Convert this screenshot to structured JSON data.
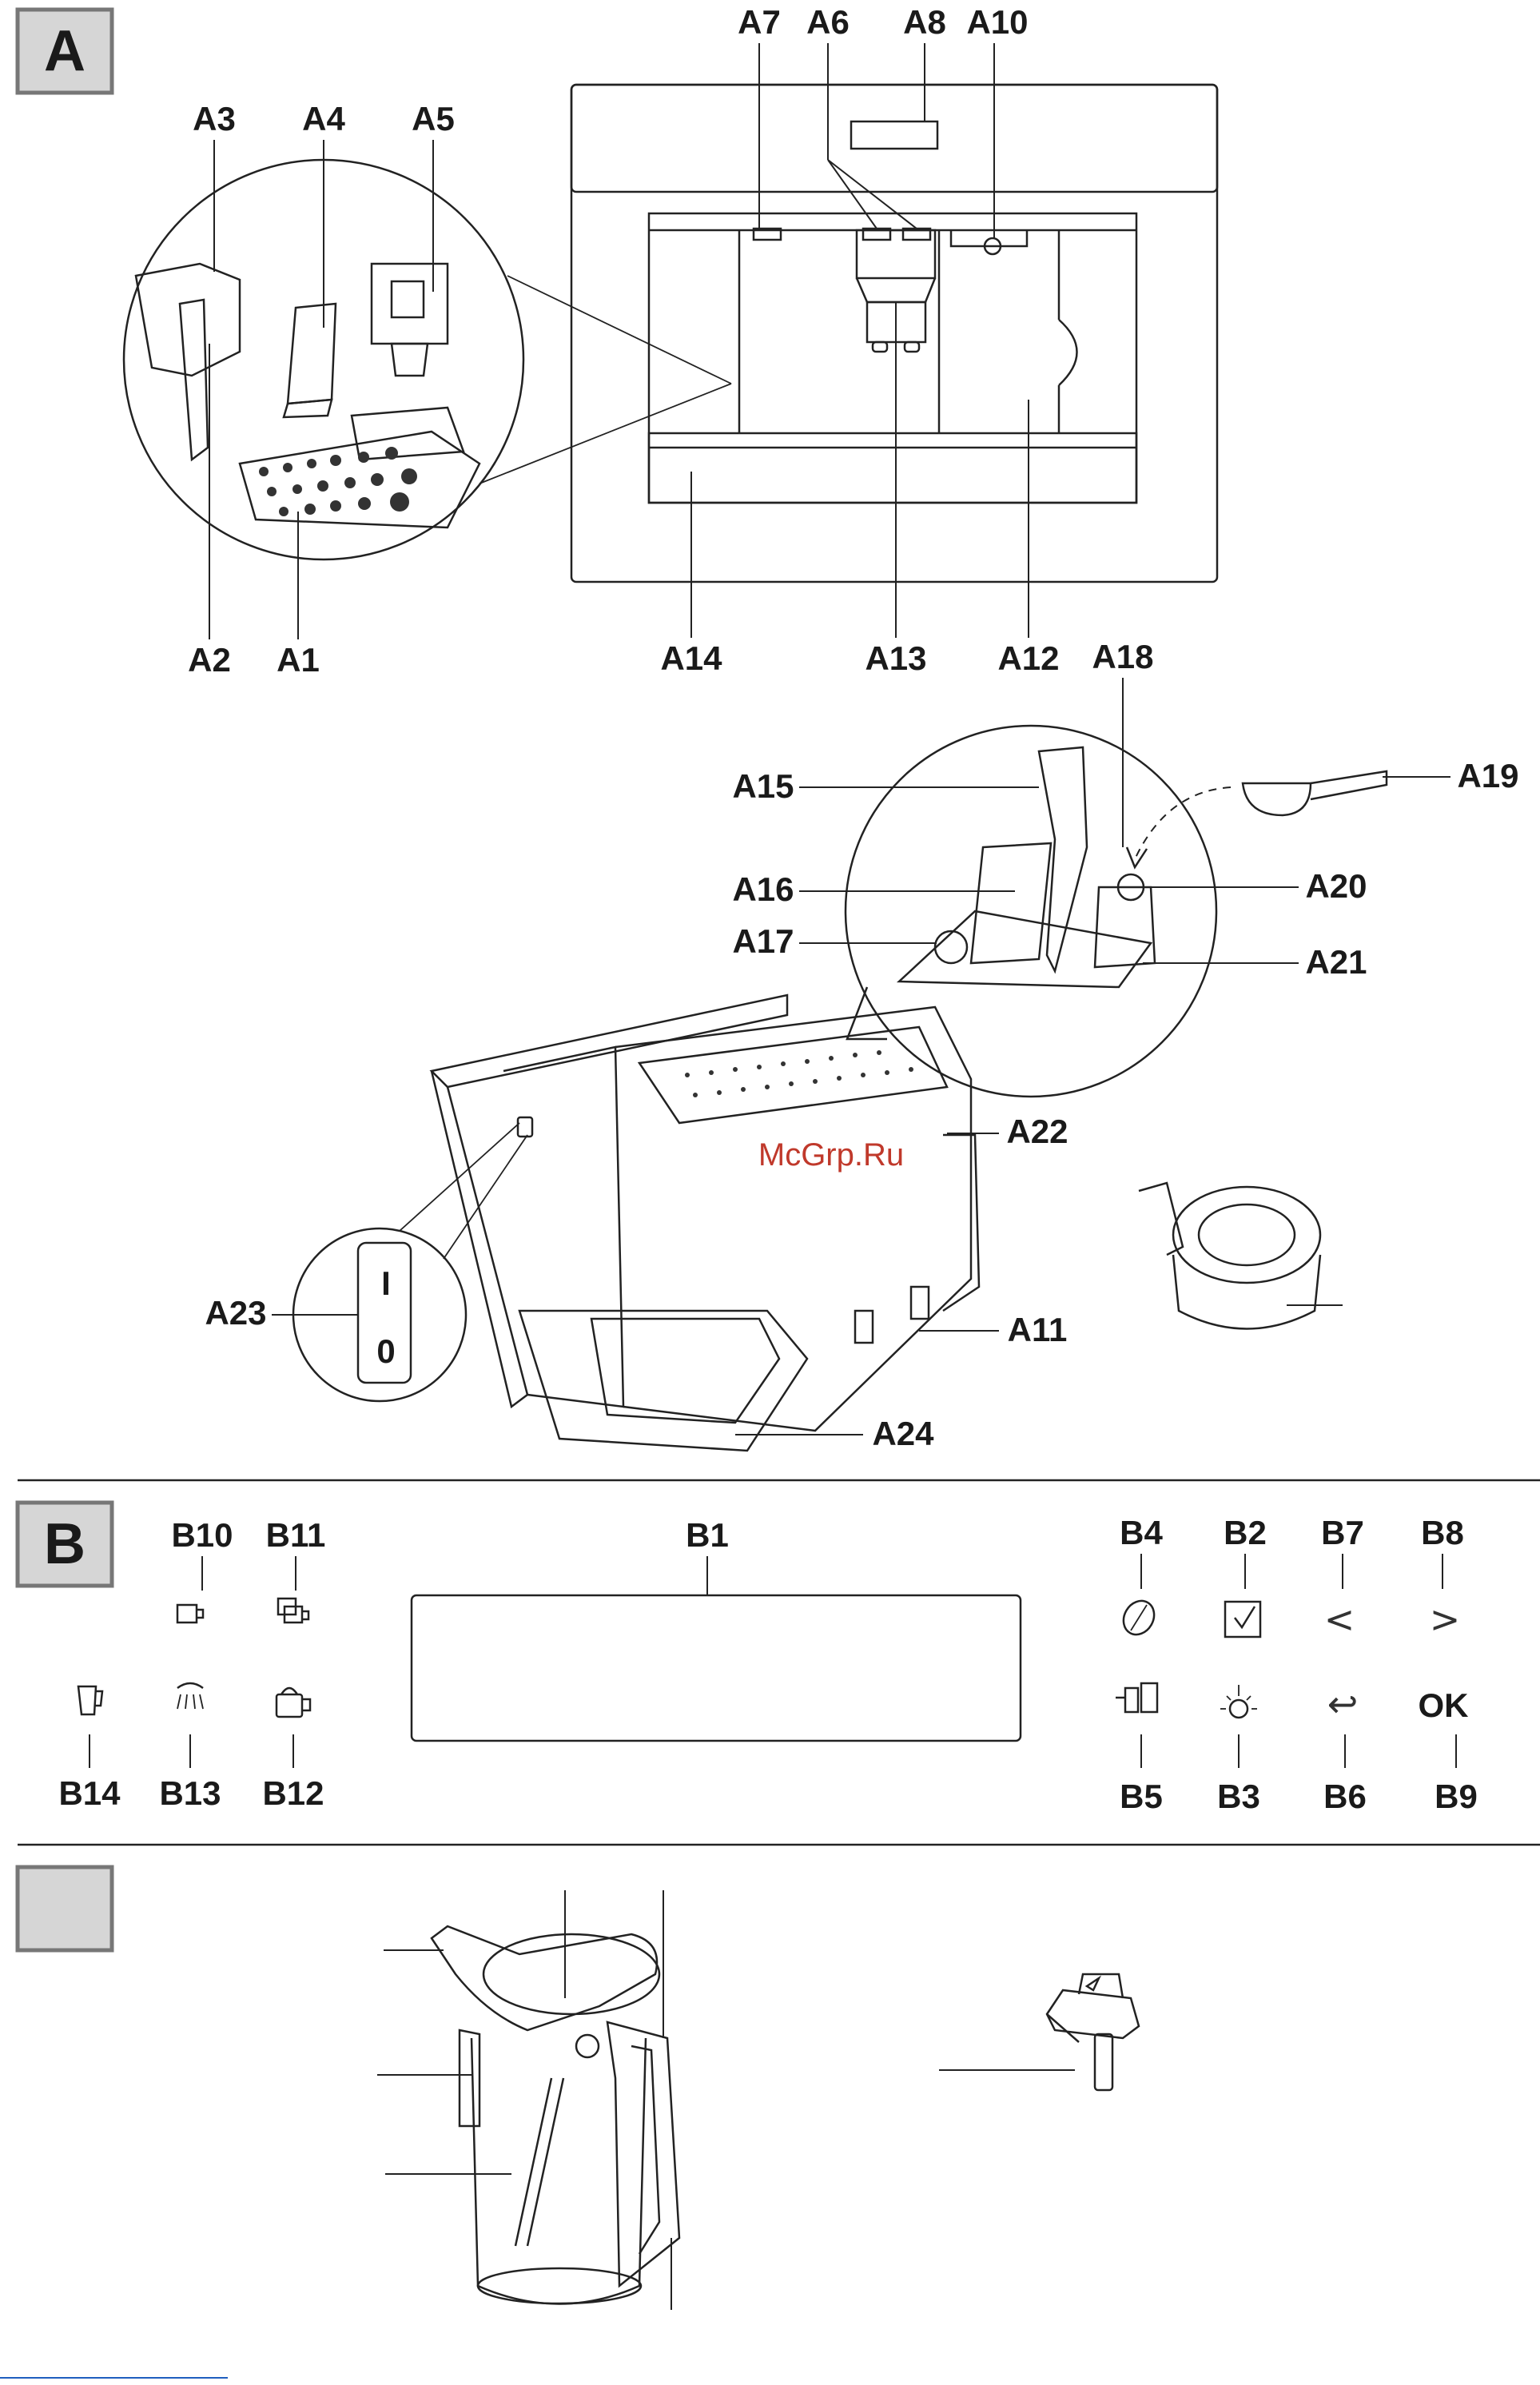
{
  "sections": {
    "a": "A",
    "b": "B",
    "c": ""
  },
  "watermark": "McGrp.Ru",
  "labels": {
    "A1": "A1",
    "A2": "A2",
    "A3": "A3",
    "A4": "A4",
    "A5": "A5",
    "A6": "A6",
    "A7": "A7",
    "A8": "A8",
    "A10": "A10",
    "A11": "A11",
    "A12": "A12",
    "A13": "A13",
    "A14": "A14",
    "A15": "A15",
    "A16": "A16",
    "A17": "A17",
    "A18": "A18",
    "A19": "A19",
    "A20": "A20",
    "A21": "A21",
    "A22": "A22",
    "A23": "A23",
    "A24": "A24",
    "B1": "B1",
    "B2": "B2",
    "B3": "B3",
    "B4": "B4",
    "B5": "B5",
    "B6": "B6",
    "B7": "B7",
    "B8": "B8",
    "B9": "B9",
    "B10": "B10",
    "B11": "B11",
    "B12": "B12",
    "B13": "B13",
    "B14": "B14"
  },
  "switch": {
    "on": "I",
    "off": "0"
  },
  "panel_icons": {
    "ok": "OK",
    "prev": "<",
    "next": ">",
    "back": "↩"
  },
  "colors": {
    "line": "#222222",
    "section_box": "#d6d6d6",
    "watermark": "#c0392b"
  },
  "icons": [
    "coffee-cup-icon",
    "double-cup-icon",
    "coffee-pot-icon",
    "hot-water-icon",
    "milk-jug-icon",
    "bean-icon",
    "checklist-icon",
    "light-icon",
    "back-arrow-icon",
    "ok-icon"
  ]
}
